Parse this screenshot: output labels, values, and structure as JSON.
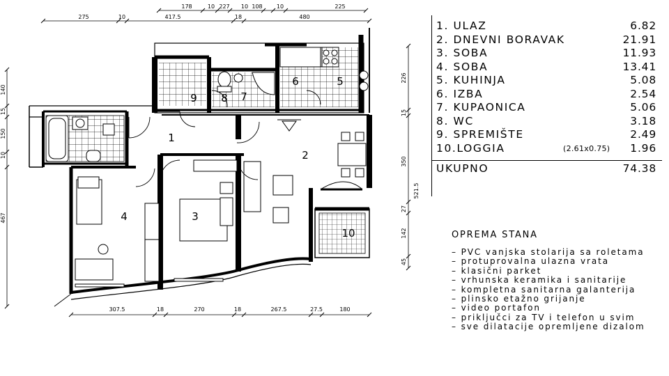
{
  "plan": {
    "top_dims_row1": [
      "178",
      "10",
      "227",
      "10",
      "108",
      "10",
      "225"
    ],
    "top_dims_row2": [
      "275",
      "10",
      "417.5",
      "18",
      "480"
    ],
    "bottom_dims": [
      "307.5",
      "18",
      "270",
      "18",
      "267.5",
      "27.5",
      "180"
    ],
    "left_dims": [
      "140",
      "15",
      "150",
      "10",
      "467"
    ],
    "right_dims_a": [
      "226",
      "15",
      "350",
      "27",
      "142",
      "45"
    ],
    "right_dims_b": [
      "521.5"
    ],
    "room_numbers": [
      "1",
      "2",
      "3",
      "4",
      "5",
      "6",
      "7",
      "8",
      "9",
      "10"
    ]
  },
  "rooms": [
    {
      "name": "1.  ULAZ",
      "area": "6.82"
    },
    {
      "name": "2.  DNEVNI BORAVAK",
      "area": "21.91"
    },
    {
      "name": "3.  SOBA",
      "area": "11.93"
    },
    {
      "name": "4.  SOBA",
      "area": "13.41"
    },
    {
      "name": "5.  KUHINJA",
      "area": "5.08"
    },
    {
      "name": "6.  IZBA",
      "area": "2.54"
    },
    {
      "name": "7.  KUPAONICA",
      "area": "5.06"
    },
    {
      "name": "8.  WC",
      "area": "3.18"
    },
    {
      "name": "9.  SPREMIŠTE",
      "area": "2.49"
    },
    {
      "name": "10.LOGGIA",
      "note": "(2.61x0.75)",
      "area": "1.96"
    }
  ],
  "total": {
    "label": "UKUPNO",
    "area": "74.38"
  },
  "equipment": {
    "title": "OPREMA STANA",
    "items": [
      "– PVC vanjska stolarija sa roletama",
      "– protuprovalna ulazna vrata",
      "– klasični parket",
      "– vrhunska keramika i sanitarije",
      "– kompletna sanitarna galanterija",
      "– plinsko etažno grijanje",
      "– video portafon",
      "– priključci za TV i telefon u svim",
      "– sve dilatacije opremljene dizalom"
    ]
  }
}
